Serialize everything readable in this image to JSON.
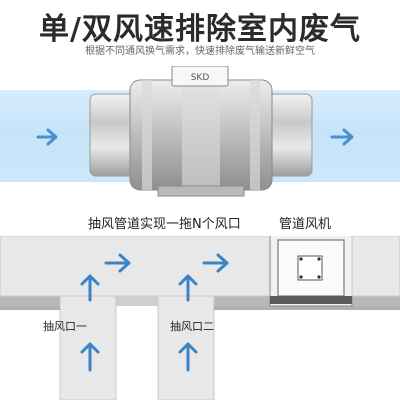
{
  "header": {
    "title": "单/双风速排除室内废气",
    "subtitle": "根据不同通风换气需求，快速排除废气输送新鲜空气"
  },
  "fan": {
    "brand_plate": "SKD"
  },
  "diagram": {
    "left_label": "抽风管道实现一拖N个风口",
    "right_label": "管道风机",
    "outlets": [
      {
        "label": "抽风口一"
      },
      {
        "label": "抽风口二"
      }
    ]
  },
  "colors": {
    "arrow_blue": "#3a83c6",
    "air_light_blue": "#cbe6fa",
    "duct_grey": "#e6e6e6",
    "wall_grey": "#b5b5b5"
  },
  "icons": {
    "flow_arrow": "arrow-icon"
  }
}
